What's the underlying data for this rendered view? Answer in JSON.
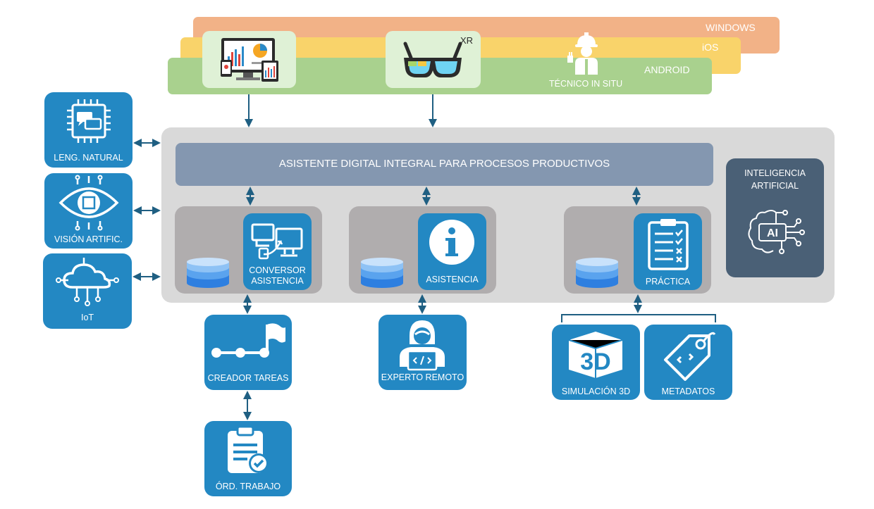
{
  "platforms": {
    "windows": "WINDOWS",
    "ios": "iOS",
    "android": "ANDROID"
  },
  "devices": {
    "xr_label": "XR",
    "technician_label": "TÉCNICO IN SITU"
  },
  "main": {
    "title": "ASISTENTE DIGITAL INTEGRAL PARA PROCESOS PRODUCTIVOS"
  },
  "ai": {
    "title": "INTELIGENCIA ARTIFICIAL",
    "icon_text": "AI"
  },
  "left_modules": [
    {
      "label": "LENG. NATURAL",
      "icon": "chip-chat-icon"
    },
    {
      "label": "VISIÓN ARTIFIC.",
      "icon": "eye-circuit-icon"
    },
    {
      "label": "IoT",
      "icon": "cloud-iot-icon"
    }
  ],
  "inner_modules": [
    {
      "label_line1": "CONVERSOR",
      "label_line2": "ASISTENCIA",
      "icon": "monitors-icon"
    },
    {
      "label": "ASISTENCIA",
      "icon": "info-icon"
    },
    {
      "label": "PRÁCTICA",
      "icon": "checklist-icon"
    }
  ],
  "bottom_modules": {
    "creator": "CREADOR TAREAS",
    "work_orders": "ÓRD. TRABAJO",
    "expert": "EXPERTO REMOTO",
    "sim3d": "SIMULACIÓN 3D",
    "sim3d_icon_text": "3D",
    "metadata": "METADATOS"
  },
  "colors": {
    "windows": "#f2b287",
    "ios": "#f9d36a",
    "android": "#a9d18e",
    "module_blue": "#2388c3",
    "header_blue": "#8497b0",
    "ai_dark": "#4a6076",
    "container_gray": "#d9d9d9",
    "connector": "#1f5f82"
  }
}
